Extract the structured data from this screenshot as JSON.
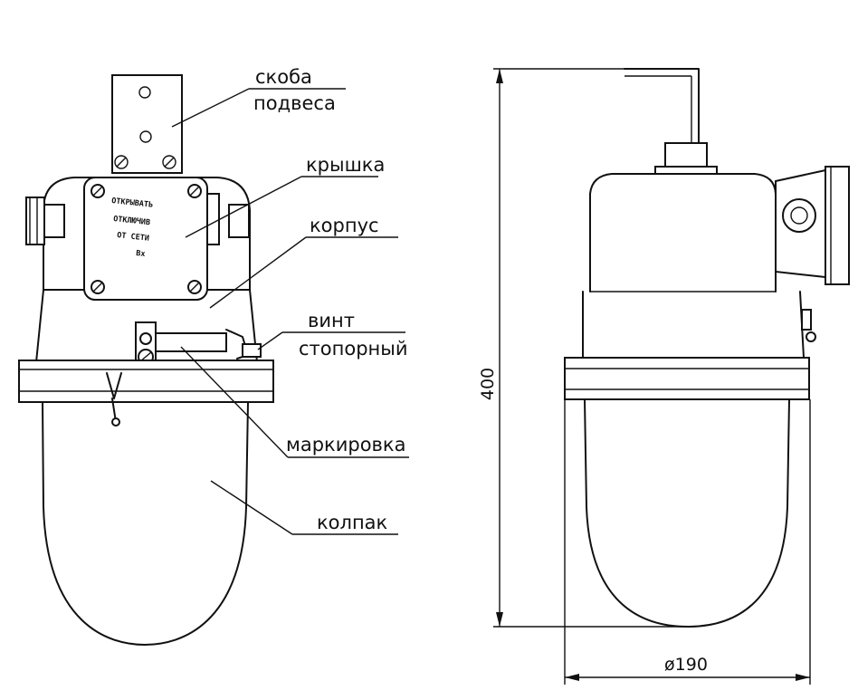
{
  "labels": {
    "bracket_line1": "скоба",
    "bracket_line2": "подвеса",
    "cover": "крышка",
    "body": "корпус",
    "screw_line1": "винт",
    "screw_line2": "стопорный",
    "marking": "маркировка",
    "cap": "колпак"
  },
  "plate": {
    "line1": "ОТКРЫВАТЬ",
    "line2": "ОТКЛЮЧИВ",
    "line3": "ОТ СЕТИ",
    "line4": "Вх"
  },
  "dimensions": {
    "height": "400",
    "diameter": "ø190"
  }
}
